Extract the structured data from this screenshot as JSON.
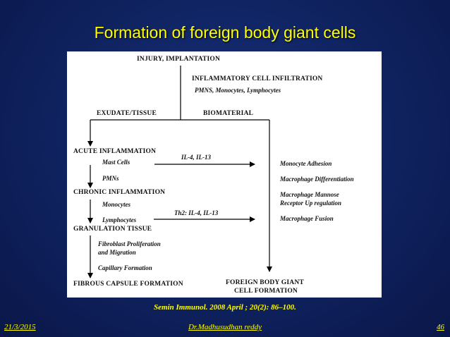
{
  "title": "Formation of foreign body giant cells",
  "diagram": {
    "injury": "INJURY, IMPLANTATION",
    "infiltration": "INFLAMMATORY CELL INFILTRATION",
    "infiltration_cells": "PMNS, Monocytes, Lymphocytes",
    "exudate": "EXUDATE/TISSUE",
    "biomaterial": "BIOMATERIAL",
    "acute": "ACUTE INFLAMMATION",
    "mast_cells": "Mast Cells",
    "il4_il13": "IL-4, IL-13",
    "pmns": "PMNs",
    "chronic": "CHRONIC INFLAMMATION",
    "monocytes": "Monocytes",
    "lymphocytes": "Lymphocytes",
    "th2": "Th2: IL-4, IL-13",
    "granulation": "GRANULATION TISSUE",
    "fibroblast_1": "Fibroblast Proliferation",
    "fibroblast_2": "and Migration",
    "capillary": "Capillary Formation",
    "fibrous": "FIBROUS CAPSULE FORMATION",
    "fbgc_1": "FOREIGN BODY GIANT",
    "fbgc_2": "CELL FORMATION",
    "monocyte_adhesion": "Monocyte Adhesion",
    "macrophage_diff": "Macrophage Differentiation",
    "mannose_1": "Macrophage Mannose",
    "mannose_2": "Receptor Up regulation",
    "macrophage_fusion": "Macrophage Fusion"
  },
  "citation": "Semin Immunol. 2008 April ; 20(2): 86–100.",
  "footer": {
    "date": "21/3/2015",
    "author": "Dr.Madhusudhan reddy",
    "page": "46"
  },
  "colors": {
    "background": "#0f225f",
    "title": "#ffff00"
  }
}
